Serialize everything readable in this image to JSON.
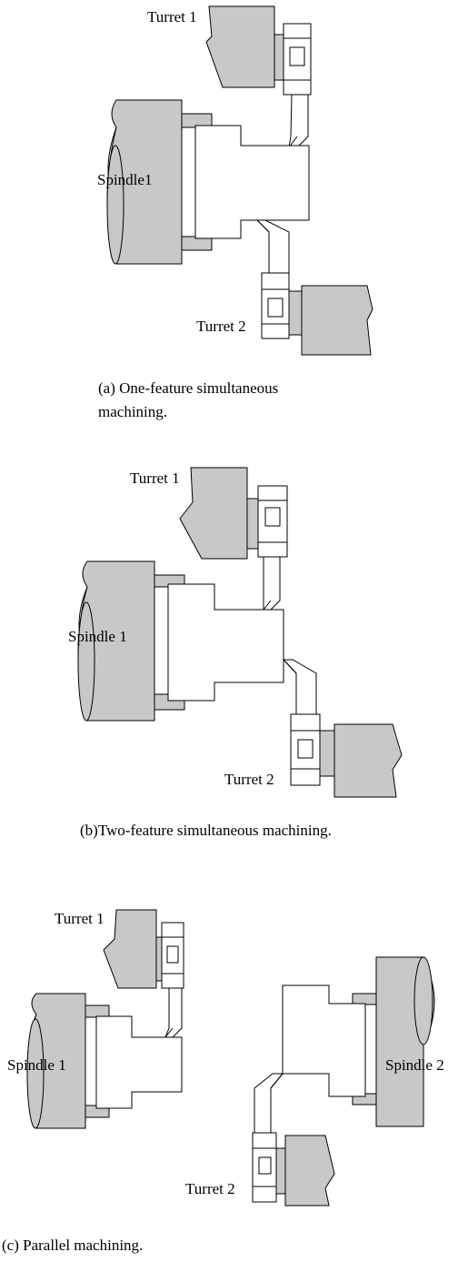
{
  "figure_a": {
    "turret1_label": "Turret 1",
    "turret2_label": "Turret 2",
    "spindle_label": "Spindle1",
    "caption_line1": "(a) One-feature simultaneous",
    "caption_line2": "machining."
  },
  "figure_b": {
    "turret1_label": "Turret 1",
    "turret2_label": "Turret 2",
    "spindle_label": "Spindle 1",
    "caption": "(b)Two-feature simultaneous machining."
  },
  "figure_c": {
    "turret1_label": "Turret 1",
    "turret2_label": "Turret 2",
    "spindle1_label": "Spindle 1",
    "spindle2_label": "Spindle 2",
    "caption": "(c) Parallel machining."
  },
  "colors": {
    "machine_gray": "#c8c8c8",
    "outline": "#000000"
  }
}
